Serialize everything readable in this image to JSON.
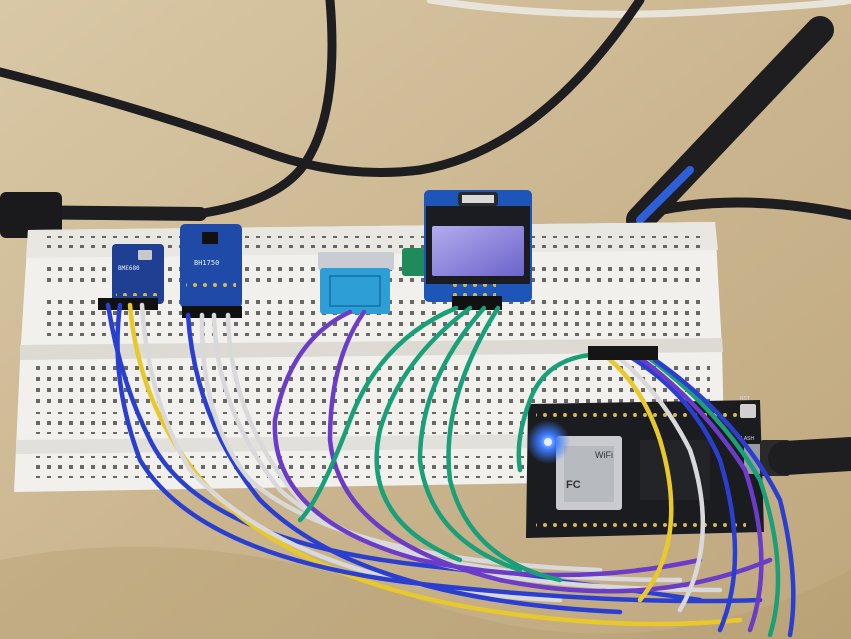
{
  "sensors": {
    "bmp_label": "BME680",
    "light_label": "BH1750"
  },
  "mcu": {
    "wifi_label": "WiFi",
    "fc_label": "FC",
    "rst_label": "RST",
    "flash_label": "FLASH"
  },
  "colors": {
    "table": "#cdb995",
    "breadboard": "#f1f0ec",
    "pcb_blue": "#1f3f93",
    "pcb_black": "#1b1c1f",
    "dht_blue": "#2e9fd6",
    "oled_screen": "#8c85d9",
    "wire_blue": "#2a3fd0",
    "wire_purple": "#6a3cc8",
    "wire_green": "#19a079",
    "wire_yellow": "#e8c92c",
    "wire_white": "#d9d9dc",
    "cable": "#1e1e20",
    "led": "#3b7bff"
  }
}
